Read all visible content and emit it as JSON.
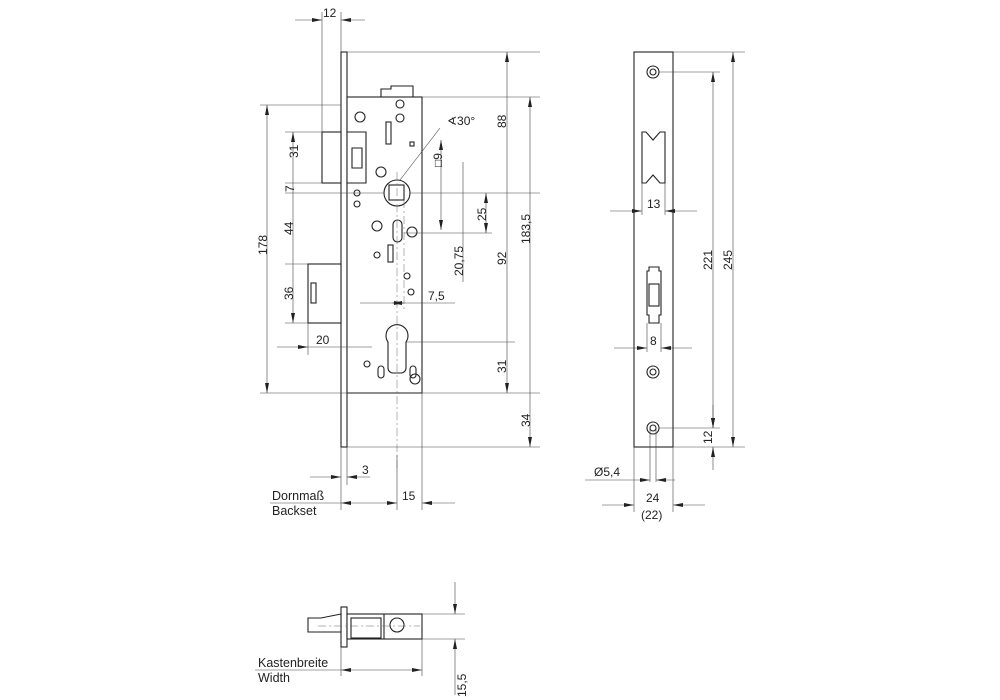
{
  "lock_view": {
    "dims": {
      "latch_projection": "12",
      "latch_height": "31",
      "latch_to_spindle": "7",
      "spindle_to_bolt": "44",
      "bolt_height": "36",
      "bolt_throw": "20",
      "total_case": "178",
      "top_to_spindle": "88",
      "spindle_to_cylinder": "92",
      "cylinder_to_bottom": "31",
      "faceplate_case": "183,5",
      "faceplate_overhang": "34",
      "spindle_square": "□9",
      "spindle_angle": "∢30°",
      "spindle_offset_25": "25",
      "spindle_offset_2075": "20,75",
      "offset_75": "7,5",
      "faceplate_thickness": "3",
      "backset_to_edge": "15"
    },
    "backset_label": "Dornmaß",
    "backset_label_en": "Backset"
  },
  "strike_plate": {
    "dims": {
      "latch_opening": "13",
      "bolt_opening": "8",
      "hole_spacing": "221",
      "total_length": "245",
      "hole_to_end": "12",
      "hole_diameter": "Ø5,4",
      "width": "24",
      "width_alt": "(22)"
    }
  },
  "side_view": {
    "dims": {
      "height": "15,5"
    },
    "width_label": "Kastenbreite",
    "width_label_en": "Width"
  }
}
